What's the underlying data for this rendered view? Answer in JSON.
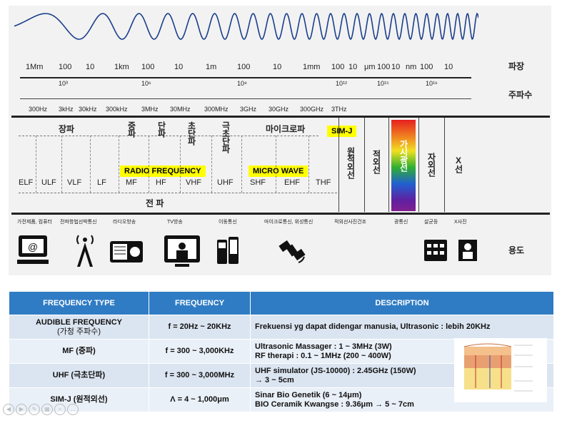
{
  "scale": {
    "wavelength_label": "파장",
    "frequency_label": "주파수",
    "wavelength_ticks": [
      "1Mm",
      "100",
      "10",
      "1km",
      "100",
      "10",
      "1m",
      "100",
      "10",
      "1mm",
      "100",
      "10",
      "μm",
      "100",
      "10",
      "nm",
      "100",
      "10"
    ],
    "exponents": [
      "10³",
      "10⁶",
      "10⁹",
      "10¹²",
      "10¹⁵",
      "10¹⁶"
    ],
    "frequency_ticks": [
      "300Hz",
      "3kHz",
      "30kHz",
      "300kHz",
      "3MHz",
      "30MHz",
      "300MHz",
      "3GHz",
      "30GHz",
      "300GHz",
      "3THz"
    ]
  },
  "bands": {
    "long_wave": "장파",
    "medium_wave": "중파",
    "short_wave": "단파",
    "ultra_short_wave": "초단파",
    "micro_short_wave": "극초단파",
    "microwave": "마이크로파",
    "sim_j": "SIM-J",
    "infrared": "원적외선",
    "red_infrared": "적외선",
    "visible": "가시광선",
    "ultraviolet": "자외선",
    "xray": "X선",
    "radio_frequency": "RADIO FREQUENCY",
    "micro_wave": "MICRO WAVE",
    "sub_bands": [
      "ELF",
      "ULF",
      "VLF",
      "LF",
      "MF",
      "HF",
      "VHF",
      "UHF",
      "SHF",
      "EHF",
      "THF"
    ],
    "radio_wave_label": "전   파"
  },
  "uses": {
    "labels": [
      "가전제품, 컴퓨터",
      "전파항법선박통신",
      "라디오방송",
      "TV방송",
      "이동통신",
      "마이크로통신, 위성통신",
      "적외선사진건조",
      "광통신",
      "살균등",
      "X사진"
    ],
    "label": "용도",
    "icons": [
      "computer-icon",
      "antenna-tower-icon",
      "radio-icon",
      "tv-icon",
      "mobile-phone-icon",
      "satellite-icon",
      "grid-device-icon",
      "person-xray-icon"
    ]
  },
  "table": {
    "headers": [
      "FREQUENCY TYPE",
      "FREQUENCY",
      "DESCRIPTION"
    ],
    "rows": [
      {
        "type": "AUDIBLE FREQUENCY",
        "type_sub": "(가청 주파수)",
        "freq": "f = 20Hz ~ 20KHz",
        "desc": "Frekuensi yg dapat didengar manusia, Ultrasonic : lebih 20KHz",
        "desc2": ""
      },
      {
        "type": "MF (중파)",
        "type_sub": "",
        "freq": "f = 300 ~ 3,000KHz",
        "desc": "Ultrasonic Massager : 1 ~ 3MHz (3W)",
        "desc2": "RF therapi : 0.1 ~ 1MHz (200 ~ 400W)"
      },
      {
        "type": "UHF (극초단파)",
        "type_sub": "",
        "freq": "f = 300 ~ 3,000MHz",
        "desc": "UHF simulator (JS-10000) : 2.45GHz (150W)",
        "desc2": "→ 3 ~ 5cm"
      },
      {
        "type": "SIM-J (원적외선)",
        "type_sub": "",
        "freq": "Λ = 4 ~ 1,000μm",
        "desc": "Sinar Bio Genetik (6 ~ 14μm)",
        "desc2": "BIO Ceramik Kwangse : 9.36μm → 5 ~ 7cm"
      }
    ]
  },
  "colors": {
    "header_blue": "#2f7cc4",
    "yellow": "#ffff00",
    "wave": "#1a3e8c"
  }
}
